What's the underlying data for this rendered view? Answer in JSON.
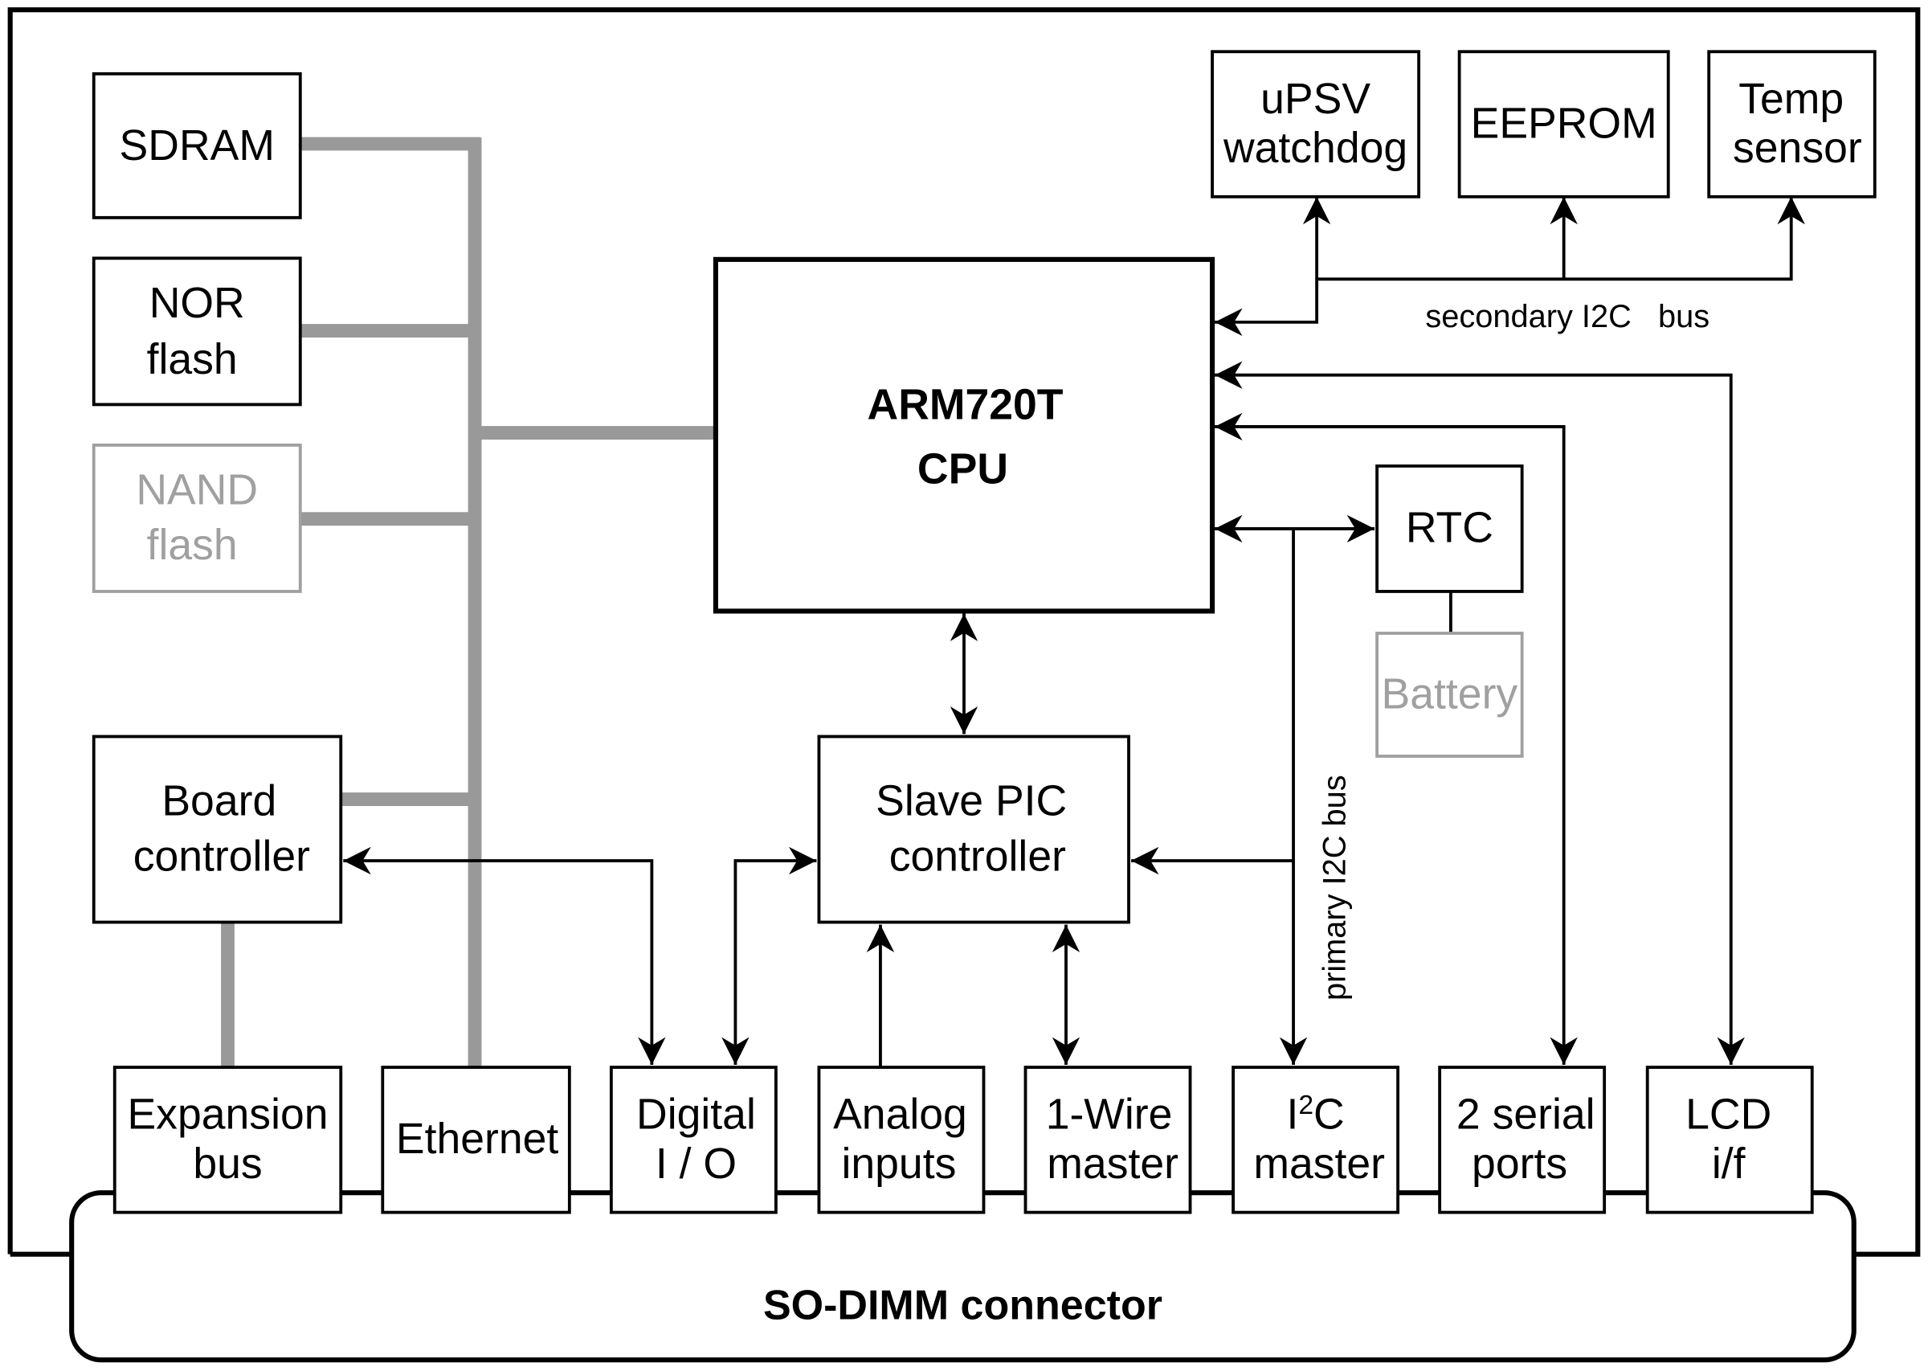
{
  "blocks": {
    "sdram": [
      "SDRAM"
    ],
    "nor": [
      "NOR",
      "flash"
    ],
    "nand": [
      "NAND",
      "flash"
    ],
    "board": [
      "Board",
      "controller"
    ],
    "cpu": [
      "ARM720T",
      "CPU"
    ],
    "upsv": [
      "uPSV",
      "watchdog"
    ],
    "eeprom": [
      "EEPROM"
    ],
    "temp": [
      "Temp",
      "sensor"
    ],
    "rtc": [
      "RTC"
    ],
    "battery": [
      "Battery"
    ],
    "pic": [
      "Slave PIC",
      "controller"
    ],
    "expansion": [
      "Expansion",
      "bus"
    ],
    "ethernet": [
      "Ethernet"
    ],
    "digital": [
      "Digital",
      "I / O"
    ],
    "analog": [
      "Analog",
      "inputs"
    ],
    "onewire": [
      "1-Wire",
      "master"
    ],
    "i2c": {
      "base": "I",
      "sup": "2",
      "rest": "C",
      "line2": "master"
    },
    "serial": [
      "2 serial",
      "ports"
    ],
    "lcd": [
      "LCD",
      "i/f"
    ],
    "connector": "SO-DIMM connector"
  },
  "labels": {
    "secondary_bus": "secondary I2C   bus",
    "primary_bus": "primary I2C bus"
  },
  "colors": {
    "bus": "#999999",
    "optional": "#a0a0a0",
    "line": "#000000"
  }
}
